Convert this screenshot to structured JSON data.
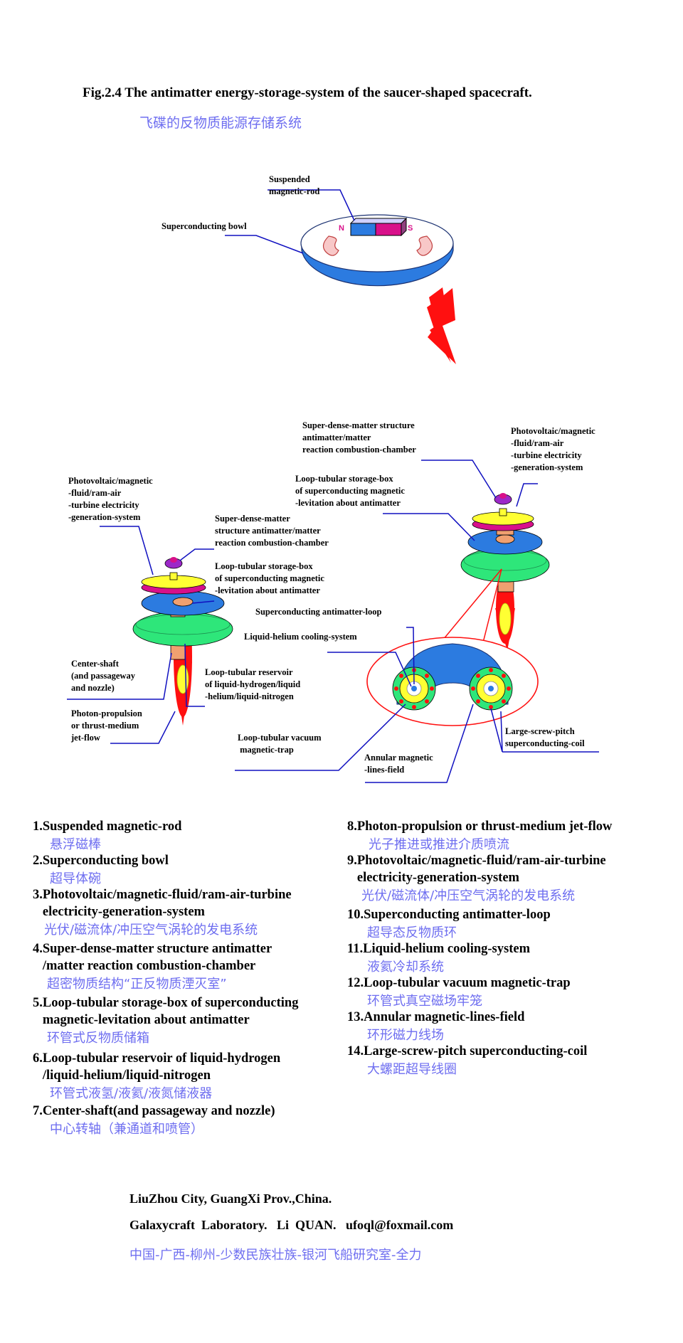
{
  "title": {
    "en": "Fig.2.4   The antimatter energy-storage-system of the saucer-shaped spacecraft.",
    "zh": "飞碟的反物质能源存储系统"
  },
  "labels": {
    "rod": "Suspended\nmagnetic-rod",
    "bowl": "Superconducting bowl",
    "n_pole": "N",
    "s_pole": "S",
    "r_chamber": "Super-dense-matter structure\nantimatter/matter\nreaction combustion-chamber",
    "r_pv": "Photovoltaic/magnetic\n-fluid/ram-air\n-turbine electricity\n-generation-system",
    "r_box": "Loop-tubular storage-box\nof superconducting magnetic\n-levitation about antimatter",
    "l_pv": "Photovoltaic/magnetic\n-fluid/ram-air\n-turbine electricity\n-generation-system",
    "l_chamber": "Super-dense-matter\nstructure antimatter/matter\nreaction combustion-chamber",
    "l_box": "Loop-tubular storage-box\nof superconducting magnetic\n-levitation about antimatter",
    "loop": "Superconducting antimatter-loop",
    "helium": "Liquid-helium cooling-system",
    "shaft": "Center-shaft\n(and passageway\nand nozzle)",
    "reservoir": "Loop-tubular reservoir\nof liquid-hydrogen/liquid\n-helium/liquid-nitrogen",
    "photon": "Photon-propulsion\nor thrust-medium\njet-flow",
    "trap": "Loop-tubular vacuum\n magnetic-trap",
    "annular": "Annular magnetic\n-lines-field",
    "coil": "Large-screw-pitch\nsuperconducting-coil"
  },
  "legend_left": [
    {
      "en": "1.Suspended magnetic-rod",
      "zh": "悬浮磁棒"
    },
    {
      "en": "2.Superconducting bowl",
      "zh": "超导体碗"
    },
    {
      "en": "3.Photovoltaic/magnetic-fluid/ram-air-turbine\n   electricity-generation-system",
      "zh": "光伏/磁流体/冲压空气涡轮的发电系统"
    },
    {
      "en": "4.Super-dense-matter structure antimatter\n   /matter reaction combustion-chamber",
      "zh": "超密物质结构“正反物质湮灭室”"
    },
    {
      "en": "5.Loop-tubular storage-box of superconducting\n   magnetic-levitation about antimatter",
      "zh": "环管式反物质储箱"
    },
    {
      "en": "6.Loop-tubular reservoir of liquid-hydrogen\n   /liquid-helium/liquid-nitrogen",
      "zh": "环管式液氢/液氦/液氮储液器"
    },
    {
      "en": "7.Center-shaft(and passageway and nozzle)",
      "zh": "中心转轴（兼通道和喷管）"
    }
  ],
  "legend_right": [
    {
      "en": "8.Photon-propulsion or thrust-medium jet-flow",
      "zh": "光子推进或推进介质喷流"
    },
    {
      "en": "9.Photovoltaic/magnetic-fluid/ram-air-turbine\n   electricity-generation-system",
      "zh": "光伏/磁流体/冲压空气涡轮的发电系统"
    },
    {
      "en": "10.Superconducting antimatter-loop",
      "zh": "超导态反物质环"
    },
    {
      "en": "11.Liquid-helium cooling-system",
      "zh": "液氦冷却系统"
    },
    {
      "en": "12.Loop-tubular vacuum magnetic-trap",
      "zh": "环管式真空磁场牢笼"
    },
    {
      "en": "13.Annular magnetic-lines-field",
      "zh": "环形磁力线场"
    },
    {
      "en": "14.Large-screw-pitch superconducting-coil",
      "zh": "大螺距超导线圈"
    }
  ],
  "footer": {
    "line1": "LiuZhou City, GuangXi Prov.,China.",
    "line2": "Galaxycraft  Laboratory.   Li  QUAN.   ufoql@foxmail.com",
    "line3": "中国-广西-柳州-少数民族壮族-银河飞船研究室-全力"
  },
  "colors": {
    "blue": "#2c7be0",
    "green": "#2ee67a",
    "yellow": "#ffff33",
    "magenta": "#d8108a",
    "purple": "#9c28c8",
    "orange": "#f0a070",
    "red": "#ff1010",
    "line": "#1010c0",
    "chinese": "#6e6ef0"
  }
}
